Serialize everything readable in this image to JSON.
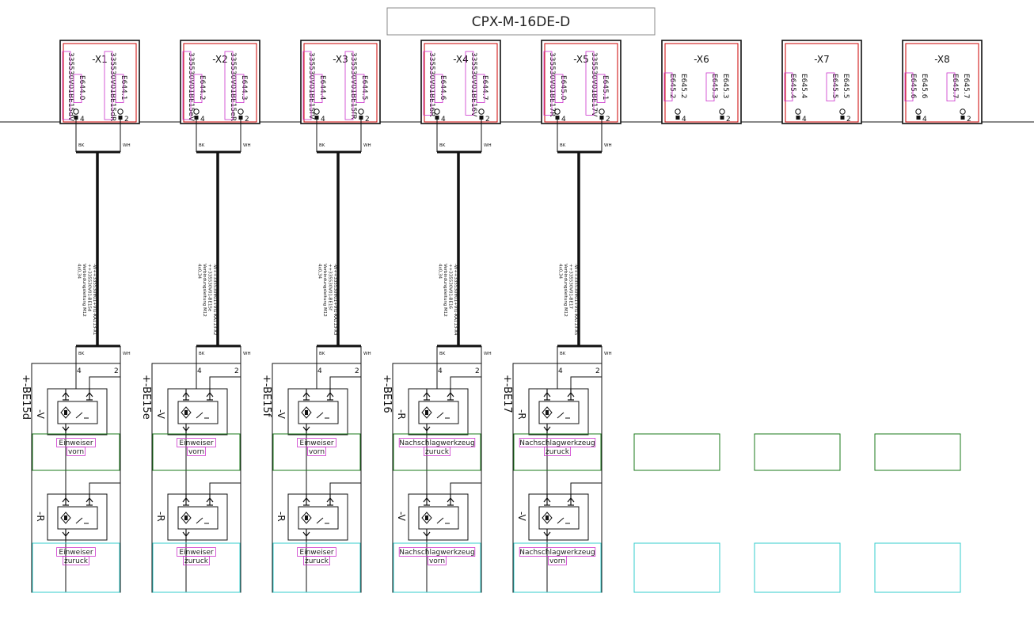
{
  "module": {
    "title": "CPX-M-16DE-D"
  },
  "colors": {
    "line": "#111111",
    "plugRed": "#cc0000",
    "labelMagenta": "#cc33cc",
    "boxGreen": "#1a7a1a",
    "boxCyan": "#33cccc"
  },
  "plugs": [
    {
      "id": "-X1",
      "addr_left": "E644.0",
      "addr_right": "E644.1",
      "bmk_left": "335530V01BE15dV",
      "bmk_right": "335530V01BE15dR",
      "pin_left": "4",
      "pin_right": "2",
      "highlighted": true,
      "connected": true
    },
    {
      "id": "-X2",
      "addr_left": "E644.2",
      "addr_right": "E644.3",
      "bmk_left": "335530V01BE15eV",
      "bmk_right": "335530V01BE15eR",
      "pin_left": "4",
      "pin_right": "2",
      "highlighted": true,
      "connected": true
    },
    {
      "id": "-X3",
      "addr_left": "E644.4",
      "addr_right": "E644.5",
      "bmk_left": "335530V01BE15fV",
      "bmk_right": "335530V01BE15fR",
      "pin_left": "4",
      "pin_right": "2",
      "highlighted": true,
      "connected": true
    },
    {
      "id": "-X4",
      "addr_left": "E644.6",
      "addr_right": "E644.7",
      "bmk_left": "335530V01BE16R",
      "bmk_right": "335530V01BE16V",
      "pin_left": "4",
      "pin_right": "2",
      "highlighted": true,
      "connected": true
    },
    {
      "id": "-X5",
      "addr_left": "E645.0",
      "addr_right": "E645.1",
      "bmk_left": "335530V01BE17R",
      "bmk_right": "335530V01BE17V",
      "pin_left": "4",
      "pin_right": "2",
      "highlighted": true,
      "connected": true
    },
    {
      "id": "-X6",
      "addr_left": "E645.2",
      "addr_right": "E645.3",
      "bmk_left": "E645.2",
      "bmk_right": "E645.3",
      "pin_left": "4",
      "pin_right": "2",
      "highlighted": false,
      "connected": false
    },
    {
      "id": "-X7",
      "addr_left": "E645.4",
      "addr_right": "E645.5",
      "bmk_left": "E645.4",
      "bmk_right": "E645.5",
      "pin_left": "4",
      "pin_right": "2",
      "highlighted": false,
      "connected": false
    },
    {
      "id": "-X8",
      "addr_left": "E645.6",
      "addr_right": "E645.7",
      "bmk_left": "E645.6",
      "bmk_right": "E645.7",
      "pin_left": "4",
      "pin_right": "2",
      "highlighted": false,
      "connected": false
    }
  ],
  "wire_colors": {
    "left": "BK",
    "right": "WH"
  },
  "cables": [
    {
      "lines": [
        "-W++335530V01+VI1-KA113-X1",
        "++335530V01-BE15d",
        "Verbindungsleitung M12",
        "4x0,34"
      ]
    },
    {
      "lines": [
        "-W++335530V01+VI1-KA113-X2",
        "++335530V01-BE15e",
        "Verbindungsleitung M12",
        "4x0,34"
      ]
    },
    {
      "lines": [
        "-W++335530V01+VI1-KA113-X3",
        "++335530V01-BE15f",
        "Verbindungsleitung M12",
        "4x0,34"
      ]
    },
    {
      "lines": [
        "-W++335530V01+VI1-KA113-X4",
        "++335530V01-BE16",
        "Verbindungsleitung M12",
        "4x0,34"
      ]
    },
    {
      "lines": [
        "-W++335530V01+VI1-KA113-X5",
        "++335530V01-BE17",
        "Verbindungsleitung M12",
        "4x0,34"
      ]
    }
  ],
  "devices": [
    {
      "tag": "+-BE15d",
      "pin_left": "4",
      "pin_right": "2",
      "sensor_top": "-V",
      "label_top": [
        "Einweiser",
        "vorn"
      ],
      "sensor_bottom": "-R",
      "label_bottom": [
        "Einweiser",
        "zuruck"
      ]
    },
    {
      "tag": "+-BE15e",
      "pin_left": "4",
      "pin_right": "2",
      "sensor_top": "-V",
      "label_top": [
        "Einweiser",
        "vorn"
      ],
      "sensor_bottom": "-R",
      "label_bottom": [
        "Einweiser",
        "zuruck"
      ]
    },
    {
      "tag": "+-BE15f",
      "pin_left": "4",
      "pin_right": "2",
      "sensor_top": "-V",
      "label_top": [
        "Einweiser",
        "vorn"
      ],
      "sensor_bottom": "-R",
      "label_bottom": [
        "Einweiser",
        "zuruck"
      ]
    },
    {
      "tag": "+-BE16",
      "pin_left": "4",
      "pin_right": "2",
      "sensor_top": "-R",
      "label_top": [
        "Nachschlagwerkzeug",
        "zuruck"
      ],
      "sensor_bottom": "-V",
      "label_bottom": [
        "Nachschlagwerkzeug",
        "vorn"
      ]
    },
    {
      "tag": "+-BE17",
      "pin_left": "4",
      "pin_right": "2",
      "sensor_top": "-R",
      "label_top": [
        "Nachschlagwerkzeug",
        "zuruck"
      ],
      "sensor_bottom": "-V",
      "label_bottom": [
        "Nachschlagwerkzeug",
        "vorn"
      ]
    }
  ],
  "empty_slots": 3
}
